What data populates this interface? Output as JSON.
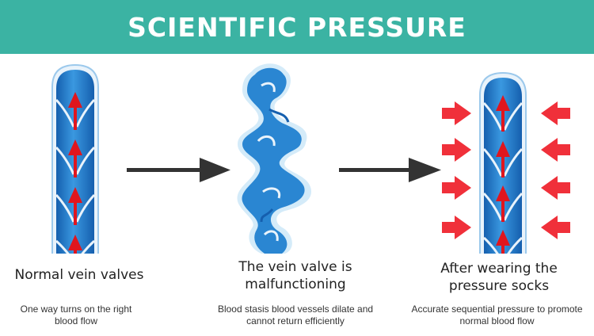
{
  "header": {
    "title": "SCIENTIFIC PRESSURE"
  },
  "colors": {
    "banner": "#3bb3a3",
    "vein_blue": "#2a86d2",
    "vein_dark": "#155fae",
    "valve_white": "#e9f3fb",
    "flow_arrow": "#e0161e",
    "pressure_arrow": "#f0303a",
    "process_arrow": "#333333"
  },
  "panels": [
    {
      "heading_lines": [
        "Normal vein valves"
      ],
      "caption_lines": [
        "One way turns on the right",
        "blood flow"
      ],
      "icon": "normal-vein-icon"
    },
    {
      "heading_lines": [
        "The vein valve is",
        "malfunctioning"
      ],
      "caption_lines": [
        "Blood stasis blood vessels dilate and",
        "cannot return efficiently"
      ],
      "icon": "dilated-vein-icon"
    },
    {
      "heading_lines": [
        "After wearing the",
        "pressure socks"
      ],
      "caption_lines": [
        "Accurate sequential pressure to promote",
        "normal blood flow"
      ],
      "icon": "compressed-vein-icon"
    }
  ]
}
